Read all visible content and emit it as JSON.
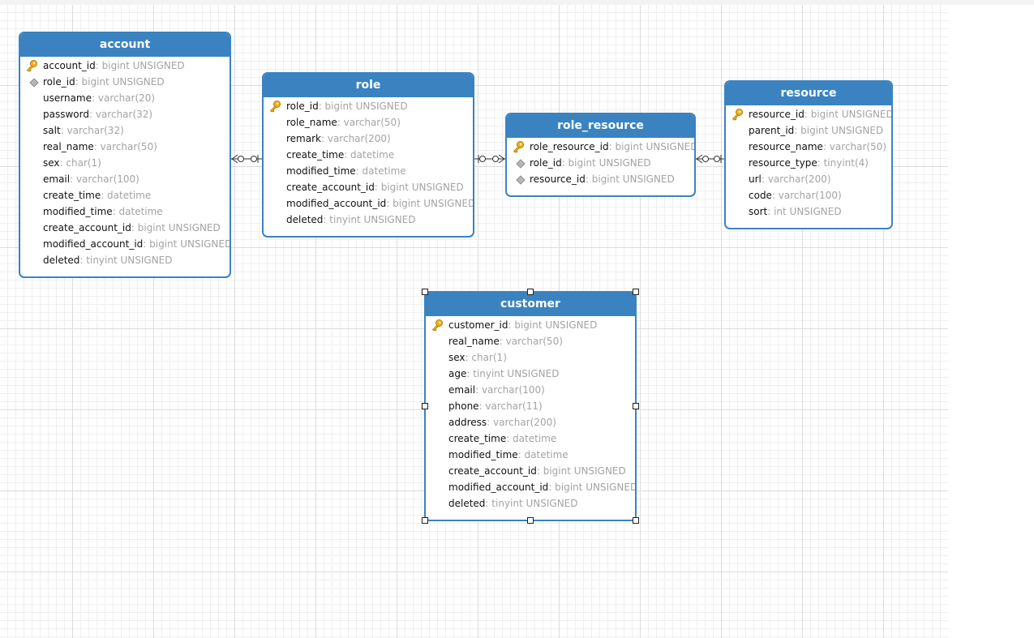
{
  "tables": {
    "account": {
      "name": "account",
      "fields": [
        {
          "name": "account_id",
          "type": ": bigint UNSIGNED",
          "key": "pk"
        },
        {
          "name": "role_id",
          "type": ": bigint UNSIGNED",
          "key": "fk"
        },
        {
          "name": "username",
          "type": ": varchar(20)",
          "key": ""
        },
        {
          "name": "password",
          "type": ": varchar(32)",
          "key": ""
        },
        {
          "name": "salt",
          "type": ": varchar(32)",
          "key": ""
        },
        {
          "name": "real_name",
          "type": ": varchar(50)",
          "key": ""
        },
        {
          "name": "sex",
          "type": ": char(1)",
          "key": ""
        },
        {
          "name": "email",
          "type": ": varchar(100)",
          "key": ""
        },
        {
          "name": "create_time",
          "type": ": datetime",
          "key": ""
        },
        {
          "name": "modified_time",
          "type": ": datetime",
          "key": ""
        },
        {
          "name": "create_account_id",
          "type": ": bigint UNSIGNED",
          "key": ""
        },
        {
          "name": "modified_account_id",
          "type": ": bigint UNSIGNED",
          "key": ""
        },
        {
          "name": "deleted",
          "type": ": tinyint UNSIGNED",
          "key": ""
        }
      ]
    },
    "role": {
      "name": "role",
      "fields": [
        {
          "name": "role_id",
          "type": ": bigint UNSIGNED",
          "key": "pk"
        },
        {
          "name": "role_name",
          "type": ": varchar(50)",
          "key": ""
        },
        {
          "name": "remark",
          "type": ": varchar(200)",
          "key": ""
        },
        {
          "name": "create_time",
          "type": ": datetime",
          "key": ""
        },
        {
          "name": "modified_time",
          "type": ": datetime",
          "key": ""
        },
        {
          "name": "create_account_id",
          "type": ": bigint UNSIGNED",
          "key": ""
        },
        {
          "name": "modified_account_id",
          "type": ": bigint UNSIGNED",
          "key": ""
        },
        {
          "name": "deleted",
          "type": ": tinyint UNSIGNED",
          "key": ""
        }
      ]
    },
    "role_resource": {
      "name": "role_resource",
      "fields": [
        {
          "name": "role_resource_id",
          "type": ": bigint UNSIGNED",
          "key": "pk"
        },
        {
          "name": "role_id",
          "type": ": bigint UNSIGNED",
          "key": "fk"
        },
        {
          "name": "resource_id",
          "type": ": bigint UNSIGNED",
          "key": "fk"
        }
      ]
    },
    "resource": {
      "name": "resource",
      "fields": [
        {
          "name": "resource_id",
          "type": ": bigint UNSIGNED",
          "key": "pk"
        },
        {
          "name": "parent_id",
          "type": ": bigint UNSIGNED",
          "key": ""
        },
        {
          "name": "resource_name",
          "type": ": varchar(50)",
          "key": ""
        },
        {
          "name": "resource_type",
          "type": ": tinyint(4)",
          "key": ""
        },
        {
          "name": "url",
          "type": ": varchar(200)",
          "key": ""
        },
        {
          "name": "code",
          "type": ": varchar(100)",
          "key": ""
        },
        {
          "name": "sort",
          "type": ": int UNSIGNED",
          "key": ""
        }
      ]
    },
    "customer": {
      "name": "customer",
      "fields": [
        {
          "name": "customer_id",
          "type": ": bigint UNSIGNED",
          "key": "pk"
        },
        {
          "name": "real_name",
          "type": ": varchar(50)",
          "key": ""
        },
        {
          "name": "sex",
          "type": ": char(1)",
          "key": ""
        },
        {
          "name": "age",
          "type": ": tinyint UNSIGNED",
          "key": ""
        },
        {
          "name": "email",
          "type": ": varchar(100)",
          "key": ""
        },
        {
          "name": "phone",
          "type": ": varchar(11)",
          "key": ""
        },
        {
          "name": "address",
          "type": ": varchar(200)",
          "key": ""
        },
        {
          "name": "create_time",
          "type": ": datetime",
          "key": ""
        },
        {
          "name": "modified_time",
          "type": ": datetime",
          "key": ""
        },
        {
          "name": "create_account_id",
          "type": ": bigint UNSIGNED",
          "key": ""
        },
        {
          "name": "modified_account_id",
          "type": ": bigint UNSIGNED",
          "key": ""
        },
        {
          "name": "deleted",
          "type": ": tinyint UNSIGNED",
          "key": ""
        }
      ]
    }
  },
  "relationships": [
    {
      "from": "account",
      "to": "role",
      "cardinality": "many-to-one"
    },
    {
      "from": "role",
      "to": "role_resource",
      "cardinality": "one-to-many"
    },
    {
      "from": "role_resource",
      "to": "resource",
      "cardinality": "many-to-one"
    }
  ],
  "selected_table": "customer",
  "colors": {
    "header": "#3b83c0",
    "border": "#3b83c0",
    "field_type": "#a3a3a3",
    "key_icon": "#f2b21d",
    "canvas": "#ffffff"
  },
  "icons": {
    "primary_key": "key-icon",
    "foreign_key": "diamond-icon"
  }
}
